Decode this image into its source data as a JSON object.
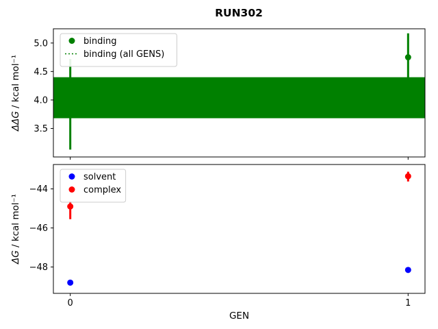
{
  "title": "RUN302",
  "chart_data": [
    {
      "type": "scatter",
      "subplot": "top",
      "xlabel": "",
      "ylabel": "ΔΔG / kcal mol⁻¹",
      "xlim": [
        -0.05,
        1.05
      ],
      "ylim": [
        3.0,
        5.25
      ],
      "xticks": [
        0,
        1
      ],
      "xtick_labels": [
        "0",
        "1"
      ],
      "show_xtick_labels": false,
      "yticks": [
        3.5,
        4.0,
        4.5,
        5.0
      ],
      "ytick_labels": [
        "3.5",
        "4.0",
        "4.5",
        "5.0"
      ],
      "grid": false,
      "legend_position": "upper-left",
      "legend": [
        {
          "label": "binding",
          "symbol": "circle",
          "color": "#008000"
        },
        {
          "label": "binding (all GENS)",
          "symbol": "dotted-line",
          "color": "#008000"
        }
      ],
      "series": [
        {
          "name": "binding",
          "color": "#008000",
          "marker": "circle",
          "x": [
            0,
            1
          ],
          "y": [
            3.93,
            4.75
          ],
          "yerr_low": [
            3.13,
            4.33
          ],
          "yerr_high": [
            4.72,
            5.17
          ]
        }
      ],
      "band": {
        "name": "binding (all GENS)",
        "color": "#008000",
        "ymin": 3.68,
        "ymax": 4.4,
        "center": 4.04,
        "line_style": "dotted"
      }
    },
    {
      "type": "scatter",
      "subplot": "bottom",
      "xlabel": "GEN",
      "ylabel": "ΔG / kcal mol⁻¹",
      "xlim": [
        -0.05,
        1.05
      ],
      "ylim": [
        -49.35,
        -42.75
      ],
      "xticks": [
        0,
        1
      ],
      "xtick_labels": [
        "0",
        "1"
      ],
      "show_xtick_labels": true,
      "yticks": [
        -44,
        -46,
        -48
      ],
      "ytick_labels": [
        "−44",
        "−46",
        "−48"
      ],
      "grid": false,
      "legend_position": "upper-left",
      "legend": [
        {
          "label": "solvent",
          "symbol": "circle",
          "color": "#0000ff"
        },
        {
          "label": "complex",
          "symbol": "circle",
          "color": "#ff0000"
        }
      ],
      "series": [
        {
          "name": "solvent",
          "color": "#0000ff",
          "marker": "circle",
          "x": [
            0,
            1
          ],
          "y": [
            -48.8,
            -48.15
          ],
          "yerr_low": [
            -48.92,
            -48.27
          ],
          "yerr_high": [
            -48.68,
            -48.03
          ]
        },
        {
          "name": "complex",
          "color": "#ff0000",
          "marker": "circle",
          "x": [
            0,
            1
          ],
          "y": [
            -44.9,
            -43.35
          ],
          "yerr_low": [
            -45.55,
            -43.62
          ],
          "yerr_high": [
            -44.62,
            -43.12
          ]
        }
      ]
    }
  ]
}
